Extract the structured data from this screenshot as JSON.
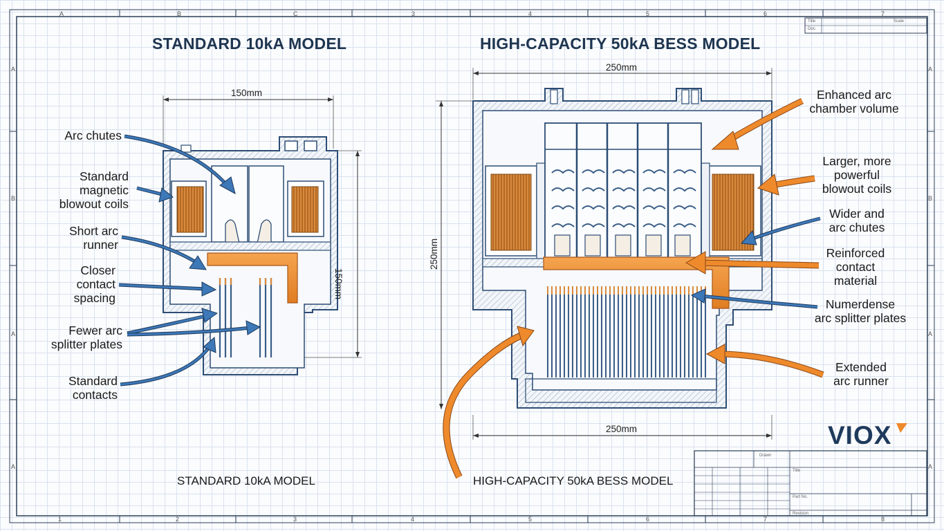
{
  "left": {
    "title": "STANDARD 10kA MODEL",
    "caption": "STANDARD 10kA MODEL",
    "dims": {
      "width": "150mm",
      "height": "150mm"
    },
    "labels": [
      "Arc chutes",
      "Standard\nmagnetic\nblowout coils",
      "Short arc\nrunner",
      "Closer\ncontact\nspacing",
      "Fewer arc\nsplitter plates",
      "Standard\ncontacts"
    ]
  },
  "right": {
    "title": "HIGH-CAPACITY 50kA BESS MODEL",
    "caption": "HIGH-CAPACITY 50kA BESS MODEL",
    "dims": {
      "top": "250mm",
      "height": "250mm",
      "bottom": "250mm"
    },
    "labels": [
      "Enhanced arc\nchamber volume",
      "Larger, more\npowerful\nblowout coils",
      "Wider and\narc chutes",
      "Reinforced\ncontact\nmaterial",
      "Numerdense\narc splitter plates",
      "Extended\narc runner"
    ]
  },
  "brand": {
    "logo": "VIOX"
  },
  "colors": {
    "accent": "#ee8a2c",
    "line": "#2c4c74",
    "title": "#1e3550",
    "arrow_blue": "#3d78b8"
  }
}
